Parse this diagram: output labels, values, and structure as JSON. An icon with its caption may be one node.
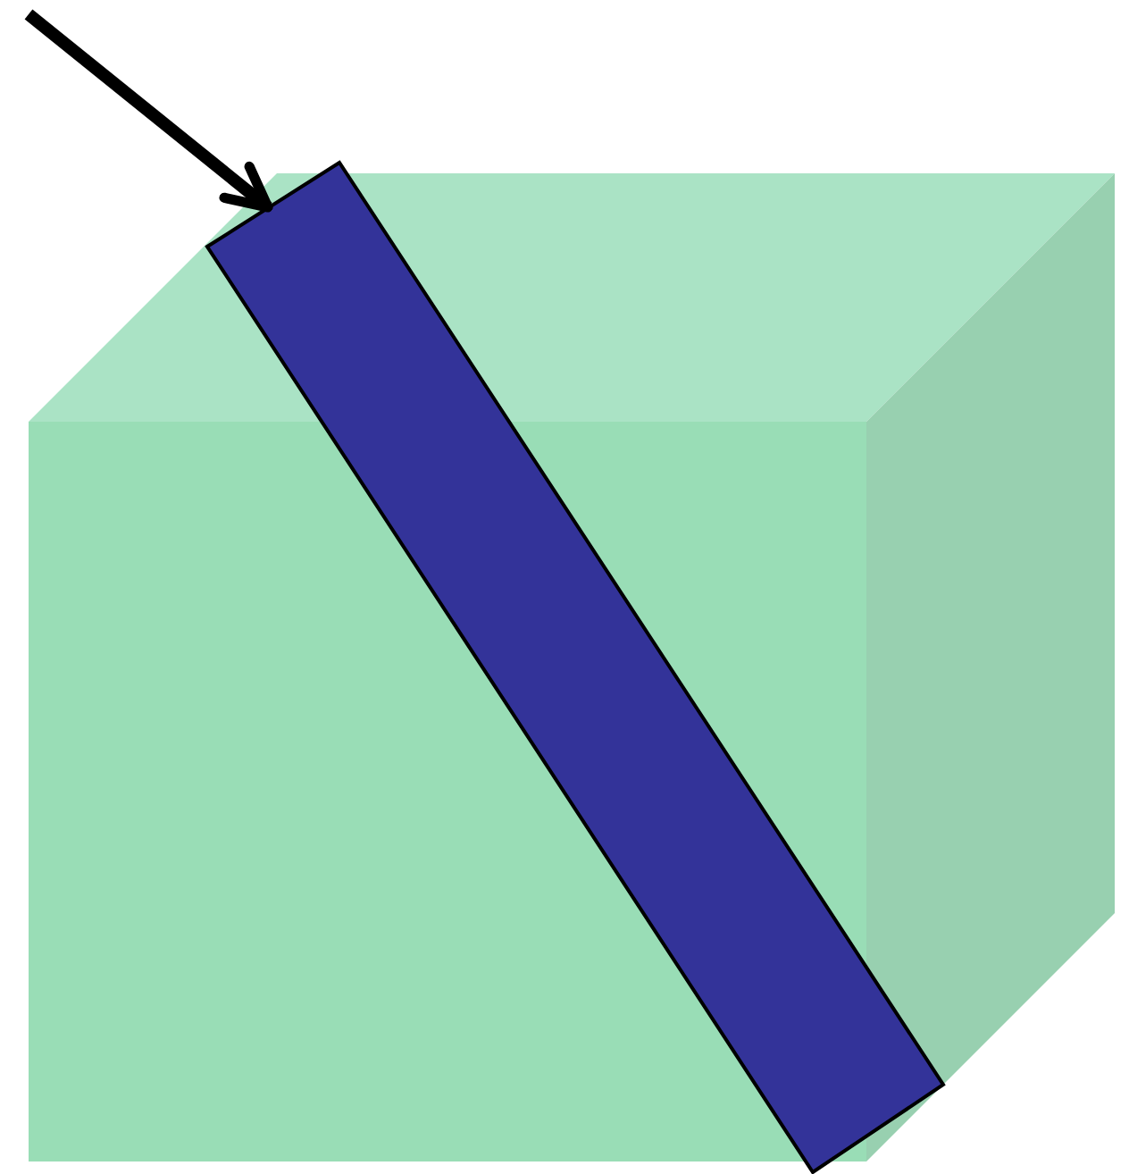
{
  "diagram": {
    "nodes": [
      {
        "text": [],
        "shape": "box"
      },
      {
        "text": [],
        "shape": "bar"
      }
    ],
    "edges": [
      {
        "from": null,
        "to": 1,
        "arrow": "to"
      }
    ]
  }
}
